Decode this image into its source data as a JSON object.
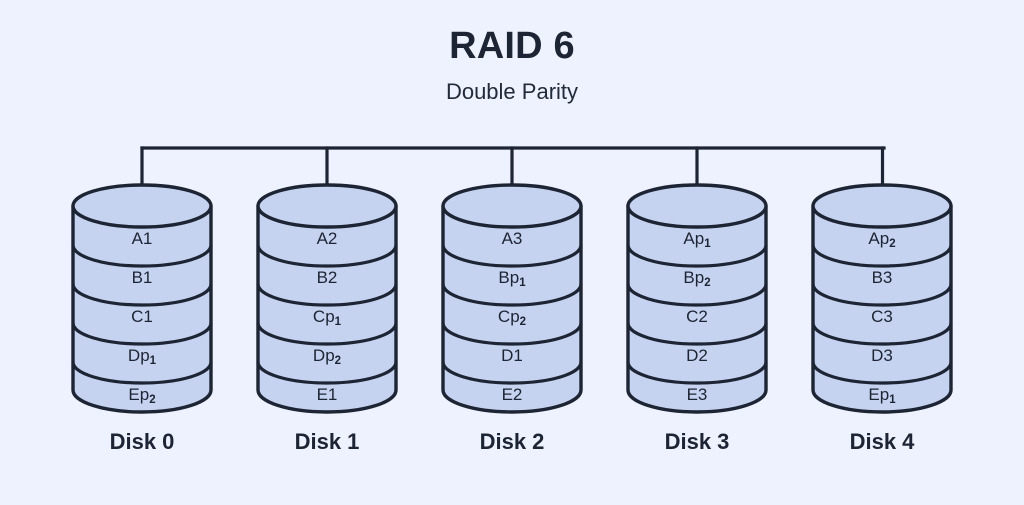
{
  "header": {
    "title": "RAID 6",
    "subtitle": "Double Parity"
  },
  "colors": {
    "background": "#eef2fe",
    "disk_fill": "#c5d3f0",
    "stroke": "#1d2433",
    "text": "#1d2433"
  },
  "diagram": {
    "type": "raid-array",
    "disk_count": 5,
    "blocks_per_disk": 5,
    "stripe_rows": [
      "A",
      "B",
      "C",
      "D",
      "E"
    ],
    "bus": {
      "label": "controller-bus",
      "orientation": "horizontal"
    }
  },
  "disks": [
    {
      "caption": "Disk 0",
      "blocks": [
        {
          "base": "A1",
          "sub": ""
        },
        {
          "base": "B1",
          "sub": ""
        },
        {
          "base": "C1",
          "sub": ""
        },
        {
          "base": "Dp",
          "sub": "1"
        },
        {
          "base": "Ep",
          "sub": "2"
        }
      ]
    },
    {
      "caption": "Disk 1",
      "blocks": [
        {
          "base": "A2",
          "sub": ""
        },
        {
          "base": "B2",
          "sub": ""
        },
        {
          "base": "Cp",
          "sub": "1"
        },
        {
          "base": "Dp",
          "sub": "2"
        },
        {
          "base": "E1",
          "sub": ""
        }
      ]
    },
    {
      "caption": "Disk 2",
      "blocks": [
        {
          "base": "A3",
          "sub": ""
        },
        {
          "base": "Bp",
          "sub": "1"
        },
        {
          "base": "Cp",
          "sub": "2"
        },
        {
          "base": "D1",
          "sub": ""
        },
        {
          "base": "E2",
          "sub": ""
        }
      ]
    },
    {
      "caption": "Disk 3",
      "blocks": [
        {
          "base": "Ap",
          "sub": "1"
        },
        {
          "base": "Bp",
          "sub": "2"
        },
        {
          "base": "C2",
          "sub": ""
        },
        {
          "base": "D2",
          "sub": ""
        },
        {
          "base": "E3",
          "sub": ""
        }
      ]
    },
    {
      "caption": "Disk 4",
      "blocks": [
        {
          "base": "Ap",
          "sub": "2"
        },
        {
          "base": "B3",
          "sub": ""
        },
        {
          "base": "C3",
          "sub": ""
        },
        {
          "base": "D3",
          "sub": ""
        },
        {
          "base": "Ep",
          "sub": "1"
        }
      ]
    }
  ]
}
